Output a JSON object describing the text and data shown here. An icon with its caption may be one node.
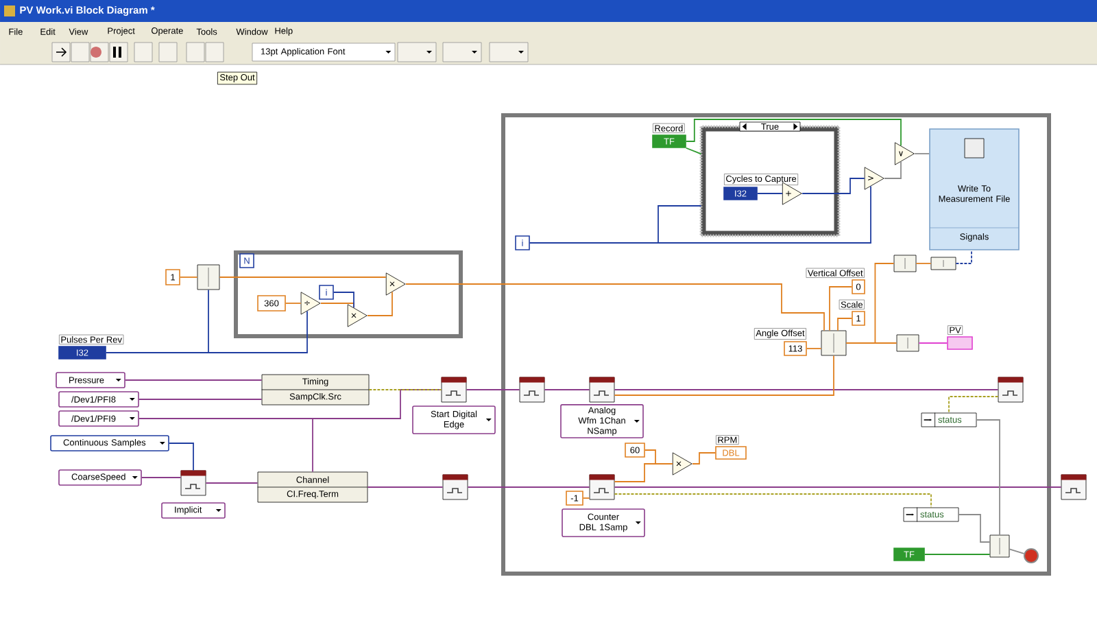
{
  "diagram": {
    "title": "PV Work.vi Block Diagram *",
    "nodes": [
      {
        "text": [
          "1"
        ]
      },
      {
        "text": [],
        "shape": "box"
      },
      {
        "text": [],
        "shape": "box"
      },
      {
        "text": [
          "N"
        ],
        "in": 2
      },
      {
        "text": [
          "360"
        ],
        "in": 2
      },
      {
        "text": [
          "÷"
        ],
        "in": 2
      },
      {
        "text": [
          "i"
        ],
        "in": 2
      },
      {
        "text": [
          "×"
        ],
        "in": 2
      },
      {
        "text": [
          "×"
        ],
        "in": 2
      },
      {
        "text": [
          "Pulses Per Rev",
          "I32"
        ]
      },
      {
        "text": [
          "Pressure"
        ]
      },
      {
        "text": [
          "/Dev1/PFI8"
        ]
      },
      {
        "text": [
          "/Dev1/PFI9"
        ]
      },
      {
        "text": [
          "Continuous Samples"
        ]
      },
      {
        "text": [
          "CoarseSpeed"
        ]
      },
      {
        "text": [
          "Timing",
          "SampClk.Src"
        ]
      },
      {
        "text": [],
        "shape": "box"
      },
      {
        "text": [
          "Start Digital Edge"
        ]
      },
      {
        "text": [],
        "shape": "box"
      },
      {
        "text": [
          "Implicit"
        ]
      },
      {
        "text": [
          "Channel",
          "CI.Freq.Term"
        ]
      },
      {
        "text": [],
        "shape": "box"
      },
      {
        "text": [],
        "shape": "box"
      },
      {
        "text": [
          "Record",
          "TF"
        ],
        "in": 22
      },
      {
        "text": [
          "True"
        ],
        "in": 22
      },
      {
        "text": [
          "Cycles to Capture",
          "I32"
        ],
        "in": 24
      },
      {
        "text": [
          "+"
        ],
        "in": 24
      },
      {
        "text": [
          ">"
        ],
        "in": 22
      },
      {
        "text": [
          "∨"
        ],
        "in": 22
      },
      {
        "text": [
          "Write To Measurement File",
          "Signals"
        ],
        "in": 22
      },
      {
        "text": [
          "i"
        ],
        "in": 22
      },
      {
        "text": [
          "Vertical Offset",
          "0"
        ],
        "in": 22
      },
      {
        "text": [
          "Scale",
          "1"
        ],
        "in": 22
      },
      {
        "text": [
          "Angle Offset",
          "113"
        ],
        "in": 22
      },
      {
        "text": [],
        "shape": "box",
        "in": 22
      },
      {
        "text": [],
        "shape": "box",
        "in": 22
      },
      {
        "text": [],
        "shape": "box",
        "in": 22
      },
      {
        "text": [],
        "shape": "box",
        "in": 22
      },
      {
        "text": [
          "PV"
        ],
        "in": 22
      },
      {
        "text": [],
        "shape": "box",
        "in": 22
      },
      {
        "text": [],
        "shape": "box",
        "in": 22
      },
      {
        "text": [
          "Analog Wfm 1Chan NSamp"
        ],
        "in": 22
      },
      {
        "text": [],
        "shape": "box",
        "in": 22
      },
      {
        "text": [
          "status"
        ],
        "in": 22
      },
      {
        "text": [
          "60"
        ],
        "in": 22
      },
      {
        "text": [
          "RPM",
          "DBL"
        ],
        "in": 22
      },
      {
        "text": [
          "-1"
        ],
        "in": 22
      },
      {
        "text": [],
        "shape": "box",
        "in": 22
      },
      {
        "text": [
          "Counter DBL 1Samp"
        ],
        "in": 22
      },
      {
        "text": [
          "×"
        ],
        "in": 22
      },
      {
        "text": [
          "status"
        ],
        "in": 22
      },
      {
        "text": [
          "TF"
        ],
        "in": 22
      },
      {
        "text": [],
        "shape": "box",
        "in": 22
      },
      {
        "text": [],
        "shape": "circle",
        "in": 22
      },
      {
        "text": [],
        "shape": "box"
      }
    ],
    "edges": [
      {
        "from": 0,
        "to": 1,
        "arrow": "none"
      },
      {
        "from": 9,
        "to": 1,
        "arrow": "none",
        "color": "#1f3da0"
      },
      {
        "from": 9,
        "to": 5,
        "arrow": "none",
        "color": "#1f3da0"
      },
      {
        "from": 1,
        "to": 8,
        "arrow": "none"
      },
      {
        "from": 4,
        "to": 5,
        "arrow": "none"
      },
      {
        "from": 5,
        "to": 7,
        "arrow": "none"
      },
      {
        "from": 6,
        "to": 7,
        "arrow": "none",
        "color": "#1f3da0"
      },
      {
        "from": 7,
        "to": 8,
        "arrow": "none"
      },
      {
        "from": 8,
        "to": 34,
        "arrow": "none"
      },
      {
        "from": 10,
        "to": 15,
        "arrow": "none",
        "color": "#8a3c8a"
      },
      {
        "from": 11,
        "to": 15,
        "arrow": "none",
        "color": "#8a3c8a"
      },
      {
        "from": 12,
        "to": 16,
        "arrow": "none",
        "color": "#8a3c8a"
      },
      {
        "from": 12,
        "to": 20,
        "arrow": "none",
        "color": "#8a3c8a"
      },
      {
        "from": 13,
        "to": 18,
        "arrow": "none",
        "color": "#1f3da0"
      },
      {
        "from": 14,
        "to": 18,
        "arrow": "none",
        "color": "#8a3c8a"
      },
      {
        "from": 18,
        "to": 20,
        "arrow": "none",
        "color": "#8a3c8a"
      },
      {
        "from": 15,
        "to": 16,
        "arrow": "none",
        "style": "dashed",
        "color": "#a8a020"
      },
      {
        "from": 16,
        "to": 39,
        "arrow": "none",
        "color": "#8a3c8a"
      },
      {
        "from": 20,
        "to": 21,
        "arrow": "none",
        "color": "#8a3c8a"
      },
      {
        "from": 39,
        "to": 40,
        "arrow": "none",
        "color": "#8a3c8a"
      },
      {
        "from": 40,
        "to": 42,
        "arrow": "none",
        "color": "#8a3c8a"
      },
      {
        "from": 21,
        "to": 47,
        "arrow": "none",
        "color": "#8a3c8a"
      },
      {
        "from": 47,
        "to": 54,
        "arrow": "none",
        "color": "#8a3c8a"
      },
      {
        "from": 40,
        "to": 34,
        "arrow": "none"
      },
      {
        "from": 33,
        "to": 34,
        "arrow": "none"
      },
      {
        "from": 32,
        "to": 34,
        "arrow": "none"
      },
      {
        "from": 31,
        "to": 34,
        "arrow": "none"
      },
      {
        "from": 34,
        "to": 35,
        "arrow": "none"
      },
      {
        "from": 34,
        "to": 37,
        "arrow": "none"
      },
      {
        "from": 37,
        "to": 38,
        "arrow": "none",
        "color": "#e040d0"
      },
      {
        "from": 35,
        "to": 36,
        "arrow": "none"
      },
      {
        "from": 36,
        "to": 29,
        "arrow": "none",
        "style": "dashed",
        "color": "#1f3da0"
      },
      {
        "from": 23,
        "to": 24,
        "arrow": "none",
        "color": "#2e9a2e"
      },
      {
        "from": 23,
        "to": 28,
        "arrow": "none",
        "color": "#2e9a2e"
      },
      {
        "from": 30,
        "to": 24,
        "arrow": "none",
        "color": "#1f3da0"
      },
      {
        "from": 30,
        "to": 27,
        "arrow": "none",
        "color": "#1f3da0"
      },
      {
        "from": 25,
        "to": 26,
        "arrow": "none",
        "color": "#1f3da0"
      },
      {
        "from": 26,
        "to": 27,
        "arrow": "none",
        "color": "#1f3da0"
      },
      {
        "from": 27,
        "to": 28,
        "arrow": "none",
        "color": "#8c8c8c"
      },
      {
        "from": 28,
        "to": 29,
        "arrow": "none",
        "color": "#8c8c8c"
      },
      {
        "from": 44,
        "to": 49,
        "arrow": "none"
      },
      {
        "from": 46,
        "to": 47,
        "arrow": "none"
      },
      {
        "from": 47,
        "to": 49,
        "arrow": "none"
      },
      {
        "from": 49,
        "to": 45,
        "arrow": "none"
      },
      {
        "from": 43,
        "to": 52,
        "arrow": "none",
        "color": "#8c8c8c"
      },
      {
        "from": 50,
        "to": 52,
        "arrow": "none",
        "color": "#8c8c8c"
      },
      {
        "from": 51,
        "to": 52,
        "arrow": "none",
        "color": "#2e9a2e"
      },
      {
        "from": 52,
        "to": 53,
        "arrow": "none",
        "color": "#8c8c8c"
      },
      {
        "from": 42,
        "to": 43,
        "arrow": "none",
        "style": "dashed",
        "color": "#a8a020"
      },
      {
        "from": 47,
        "to": 50,
        "arrow": "none",
        "style": "dashed",
        "color": "#a8a020"
      }
    ],
    "labels": [
      "File",
      "Edit",
      "View",
      "Project",
      "Operate",
      "Tools",
      "Window",
      "Help",
      "13pt Application Font",
      "Step Out"
    ]
  }
}
